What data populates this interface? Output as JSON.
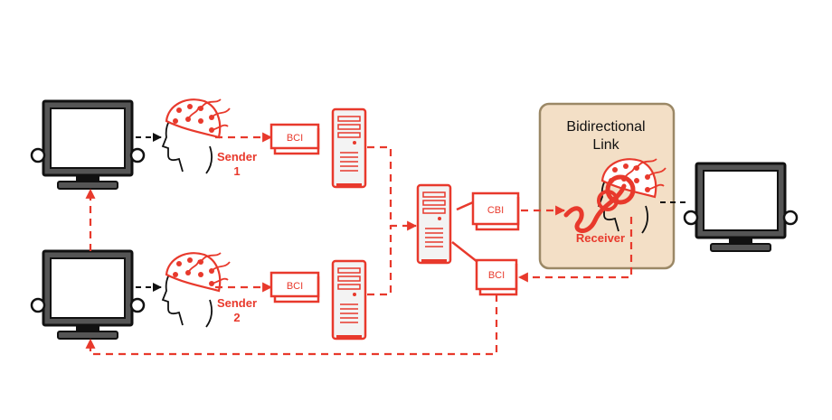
{
  "labels": {
    "sender1": [
      "Sender",
      "1"
    ],
    "sender2": [
      "Sender",
      "2"
    ],
    "bci_top": "BCI",
    "bci_bottom": "BCI",
    "cbi": "CBI",
    "bci_right": "BCI",
    "link_title": [
      "Bidirectional",
      "Link"
    ],
    "receiver": "Receiver"
  },
  "colors": {
    "accent": "#e8392c",
    "link_box_fill": "#f3dfc6",
    "link_box_border": "#9b8866",
    "monitor": "#111111"
  },
  "icons": [
    "monitor-icon",
    "head-icon",
    "eeg-cap-icon",
    "computer-tower-icon",
    "tms-coil-icon"
  ]
}
